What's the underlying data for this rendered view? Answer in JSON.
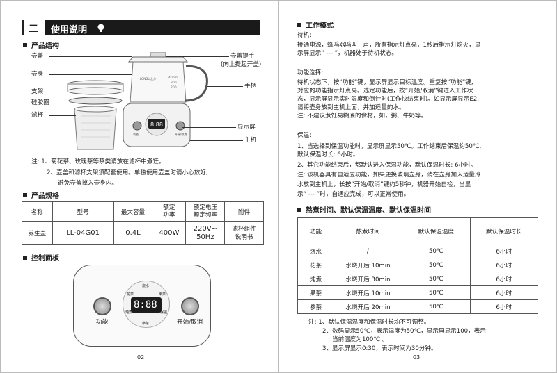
{
  "left": {
    "header": {
      "num": "二",
      "title": "使用说明"
    },
    "structure": {
      "title": "产品结构",
      "labels_left": [
        "壶盖",
        "壶身",
        "支架",
        "硅胶圈",
        "滤杯"
      ],
      "labels_right": [
        "壶盖提手",
        "(向上提起开盖)",
        "手柄",
        "显示屏",
        "主机"
      ],
      "brand": "LONGLI龙力",
      "kettle_marks": [
        "400ml",
        "300",
        "200"
      ],
      "base_buttons": [
        "功能",
        "开始/取消"
      ],
      "base_digits": "8:88",
      "notes": [
        "注: 1、菊花茶、玫瑰茶等茶类请放在滤杯中煮饪。",
        "2、壶盖和滤杯支架须配套使用。单独使用壶盖时请小心放好,",
        "避免壶盖掉入壶身内。"
      ]
    },
    "spec": {
      "title": "产品规格",
      "headers": [
        "名称",
        "型号",
        "最大容量",
        "额定\n功率",
        "额定电压\n额定频率",
        "附件"
      ],
      "row": [
        "养生壶",
        "LL-04G01",
        "0.4L",
        "400W",
        "220V~\n50Hz",
        "滤杯组件\n说明书"
      ]
    },
    "panel": {
      "title": "控制面板",
      "left_button": "功能",
      "right_button": "开始/取消",
      "digits": "8:88",
      "ring_labels": [
        "烧水",
        "花茶",
        "炖煮",
        "果茶",
        "参茶",
        "保温"
      ]
    },
    "page_num": "02"
  },
  "right": {
    "work": {
      "title": "工作模式",
      "standby_title": "待机:",
      "standby": [
        "接通电源，蜂鸣器鸣叫一声，所有指示灯点亮，1秒后指示灯熄灭，显",
        "示屏显示“ --- ”，机器处于待机状态。"
      ],
      "select_title": "功能选择:",
      "select": [
        "待机状态下，按“功能”键，显示屏显示目标温度。重复按“功能”键,",
        "对应的功能指示灯点亮。选定功能后，按“开始/取消”键进入工作状",
        "态，显示屏显示实时温度和倒计时(工作快结束时)。如显示屏显示E2,",
        "请将壶身放到主机上面，并加适量的水。",
        "注: 不建议煮饪易糊底的食材，如，粥、牛奶等。"
      ],
      "keep_title": "保温:",
      "keep": [
        "1、当选择到保温功能时，显示屏显示50℃。工作结束后保温约50℃,",
        "    默认保温时长: 6小时。",
        "2、其它功能结束后，都默认进入保温功能，默认保温时长: 6小时。",
        "注: 该机器具有自适应功能，如果更换玻璃壶身，请在壶身加入适量冷",
        "水放到主机上，长按“开始/取消”键约5秒钟，机器开始自检，当显",
        "示“ --- ”时，自适应完成，可以正常使用。"
      ]
    },
    "table": {
      "title": "熬煮时间、默认保温温度、默认保温时间",
      "headers": [
        "功能",
        "熬煮时间",
        "默认保温温度",
        "默认保温时长"
      ],
      "rows": [
        [
          "烧水",
          "/",
          "50℃",
          "6小时"
        ],
        [
          "花茶",
          "水烧开后 10min",
          "50℃",
          "6小时"
        ],
        [
          "炖煮",
          "水烧开后 30min",
          "50℃",
          "6小时"
        ],
        [
          "果茶",
          "水烧开后 10min",
          "50℃",
          "6小时"
        ],
        [
          "参茶",
          "水烧开后 20min",
          "50℃",
          "6小时"
        ]
      ]
    },
    "notes": [
      "注: 1、默认保温温度和保温时长均不可调整。",
      "2、数码显示50℃，表示温度为50℃，显示屏显示100，表示",
      "当前温度为100℃ 。",
      "3、显示屏显示0:30，表示时间为30分钟。"
    ],
    "page_num": "03"
  }
}
